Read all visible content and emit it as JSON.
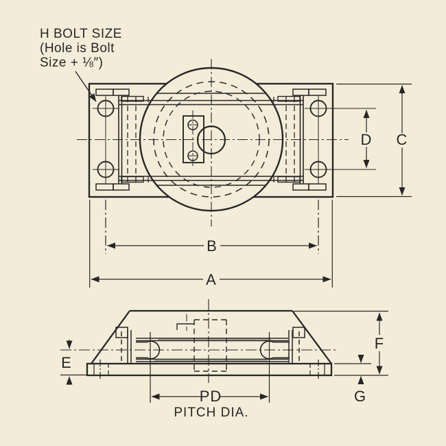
{
  "colors": {
    "paper": "#f3ecd8",
    "ink": "#262626"
  },
  "annotation": {
    "line1": "H BOLT SIZE",
    "line2": "(Hole is Bolt",
    "line3": "Size + ⅛″)"
  },
  "dimensions": {
    "a": "A",
    "b": "B",
    "c": "C",
    "d": "D",
    "e": "E",
    "f": "F",
    "g": "G",
    "pd": "PD",
    "pitch_dia": "PITCH DIA."
  }
}
